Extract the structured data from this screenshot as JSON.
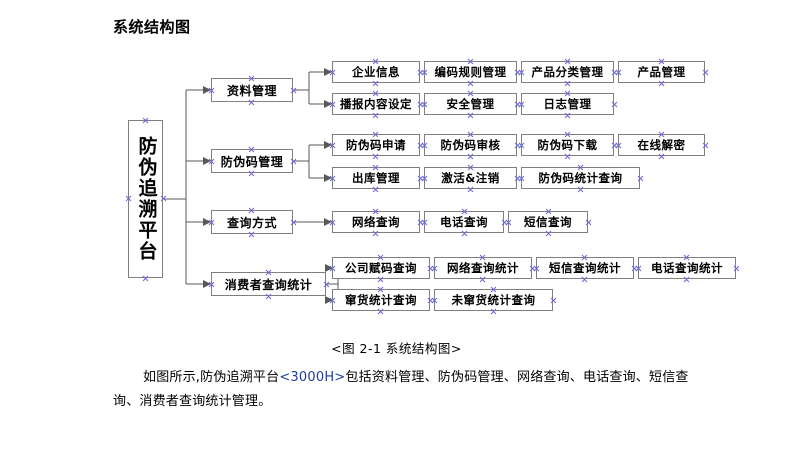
{
  "document": {
    "title": "系统结构图",
    "figure_caption": "<图 2-1  系统结构图>",
    "paragraph": {
      "lead": "如图所示,防伪追溯平台",
      "highlight": "<3000H>",
      "rest": "包括资料管理、防伪码管理、网络查询、电话查询、短信查询、消费者查询统计管理。"
    }
  },
  "colors": {
    "box_border": "#7f7f7f",
    "box_fill": "#ffffff",
    "connector": "#595959",
    "handle": "#6a6ad4",
    "text": "#000000",
    "accent": "#1f3f9e"
  },
  "diagram": {
    "type": "tree",
    "root": {
      "label": "防伪追溯平台",
      "orientation": "vertical-text"
    },
    "branches": [
      {
        "label": "资料管理",
        "children_row1": [
          "企业信息",
          "编码规则管理",
          "产品分类管理",
          "产品管理"
        ],
        "children_row2": [
          "播报内容设定",
          "安全管理",
          "日志管理"
        ]
      },
      {
        "label": "防伪码管理",
        "children_row1": [
          "防伪码申请",
          "防伪码审核",
          "防伪码下载",
          "在线解密"
        ],
        "children_row2": [
          "出库管理",
          "激活&注销",
          "防伪码统计查询"
        ]
      },
      {
        "label": "查询方式",
        "children_row1": [
          "网络查询",
          "电话查询",
          "短信查询"
        ],
        "children_row2": []
      },
      {
        "label": "消费者查询统计",
        "children_row1": [
          "公司赋码查询",
          "网络查询统计",
          "短信查询统计",
          "电话查询统计"
        ],
        "children_row2": [
          "窜货统计查询",
          "未窜货统计查询"
        ]
      }
    ]
  }
}
